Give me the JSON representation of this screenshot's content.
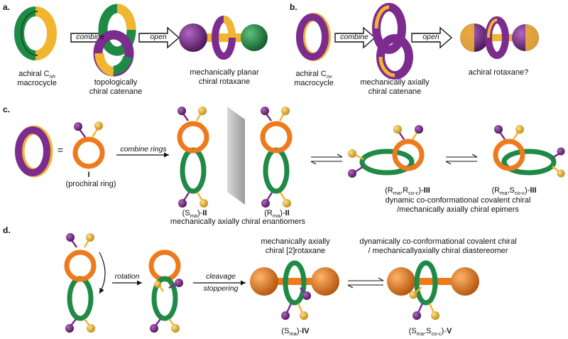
{
  "panels": {
    "a": "a.",
    "b": "b.",
    "c": "c.",
    "d": "d."
  },
  "colors": {
    "gold": "#F2B530",
    "green": "#1F8A45",
    "purple": "#7B2C8E",
    "orange": "#EE7A1E"
  },
  "panel_a": {
    "macrocycle_line1": "achiral C",
    "macrocycle_sub": "nh",
    "macrocycle_line2": "macrocycle",
    "combine": "combine",
    "catenane_line1": "topologically",
    "catenane_line2": "chiral catenane",
    "open": "open",
    "rotaxane_line1": "mechanically planar",
    "rotaxane_line2": "chiral rotaxane"
  },
  "panel_b": {
    "macrocycle_line1": "achiral C",
    "macrocycle_sub": "nv",
    "macrocycle_line2": "macrocycle",
    "combine": "combine",
    "catenane_line1": "mechanically axially",
    "catenane_line2": "chiral catenane",
    "open": "open",
    "rotaxane": "achiral rotaxane?"
  },
  "panel_c": {
    "equals": "=",
    "ring_id": "I",
    "ring_desc": "(prochiral ring)",
    "combine_rings": "combine rings",
    "enant_S": {
      "pre": "(S",
      "sub": "ma",
      "post": ")-",
      "bold": "II"
    },
    "enant_R": {
      "pre": "(R",
      "sub": "ma",
      "post": ")-",
      "bold": "II"
    },
    "enantiomers": "mechanically axially chiral enantiomers",
    "epimer1": {
      "a": "(R",
      "a_sub": "ma",
      "b": ",R",
      "b_sub": "co-c",
      "post": ")-",
      "bold": "III"
    },
    "epimer2": {
      "a": "(R",
      "a_sub": "ma",
      "b": ",S",
      "b_sub": "co-c",
      "post": ")-",
      "bold": "III"
    },
    "epimers_line1": "dynamic co-conformational covalent chiral",
    "epimers_line2": "/mechanically axially chiral epimers"
  },
  "panel_d": {
    "rotation": "rotation",
    "cleavage": "cleavage",
    "stoppering": "stoppering",
    "rotaxane_line1": "mechanically axially",
    "rotaxane_line2": "chiral [2]rotaxane",
    "iv": {
      "pre": "(S",
      "sub": "ma",
      "post": ")-",
      "bold": "IV"
    },
    "diast_line1": "dynamically co-conformational covalent chiral",
    "diast_line2": "/ mechanicallyaxially chiral diastereomer",
    "v": {
      "a": "(S",
      "a_sub": "ma",
      "b": ",S",
      "b_sub": "co-c",
      "post": ")-",
      "bold": "V"
    }
  }
}
